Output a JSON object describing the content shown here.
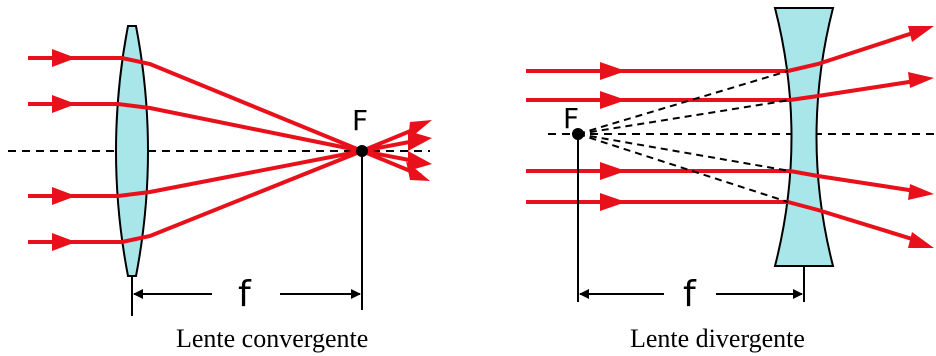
{
  "colors": {
    "ray": "#e8101a",
    "lens_fill": "#a8e6ea",
    "lens_stroke": "#000000",
    "axis": "#000000",
    "text": "#000000"
  },
  "converging": {
    "focus_label": "F",
    "focal_label": "f",
    "caption": "Lente convergente"
  },
  "diverging": {
    "focus_label": "F",
    "focal_label": "f",
    "caption": "Lente divergente"
  }
}
